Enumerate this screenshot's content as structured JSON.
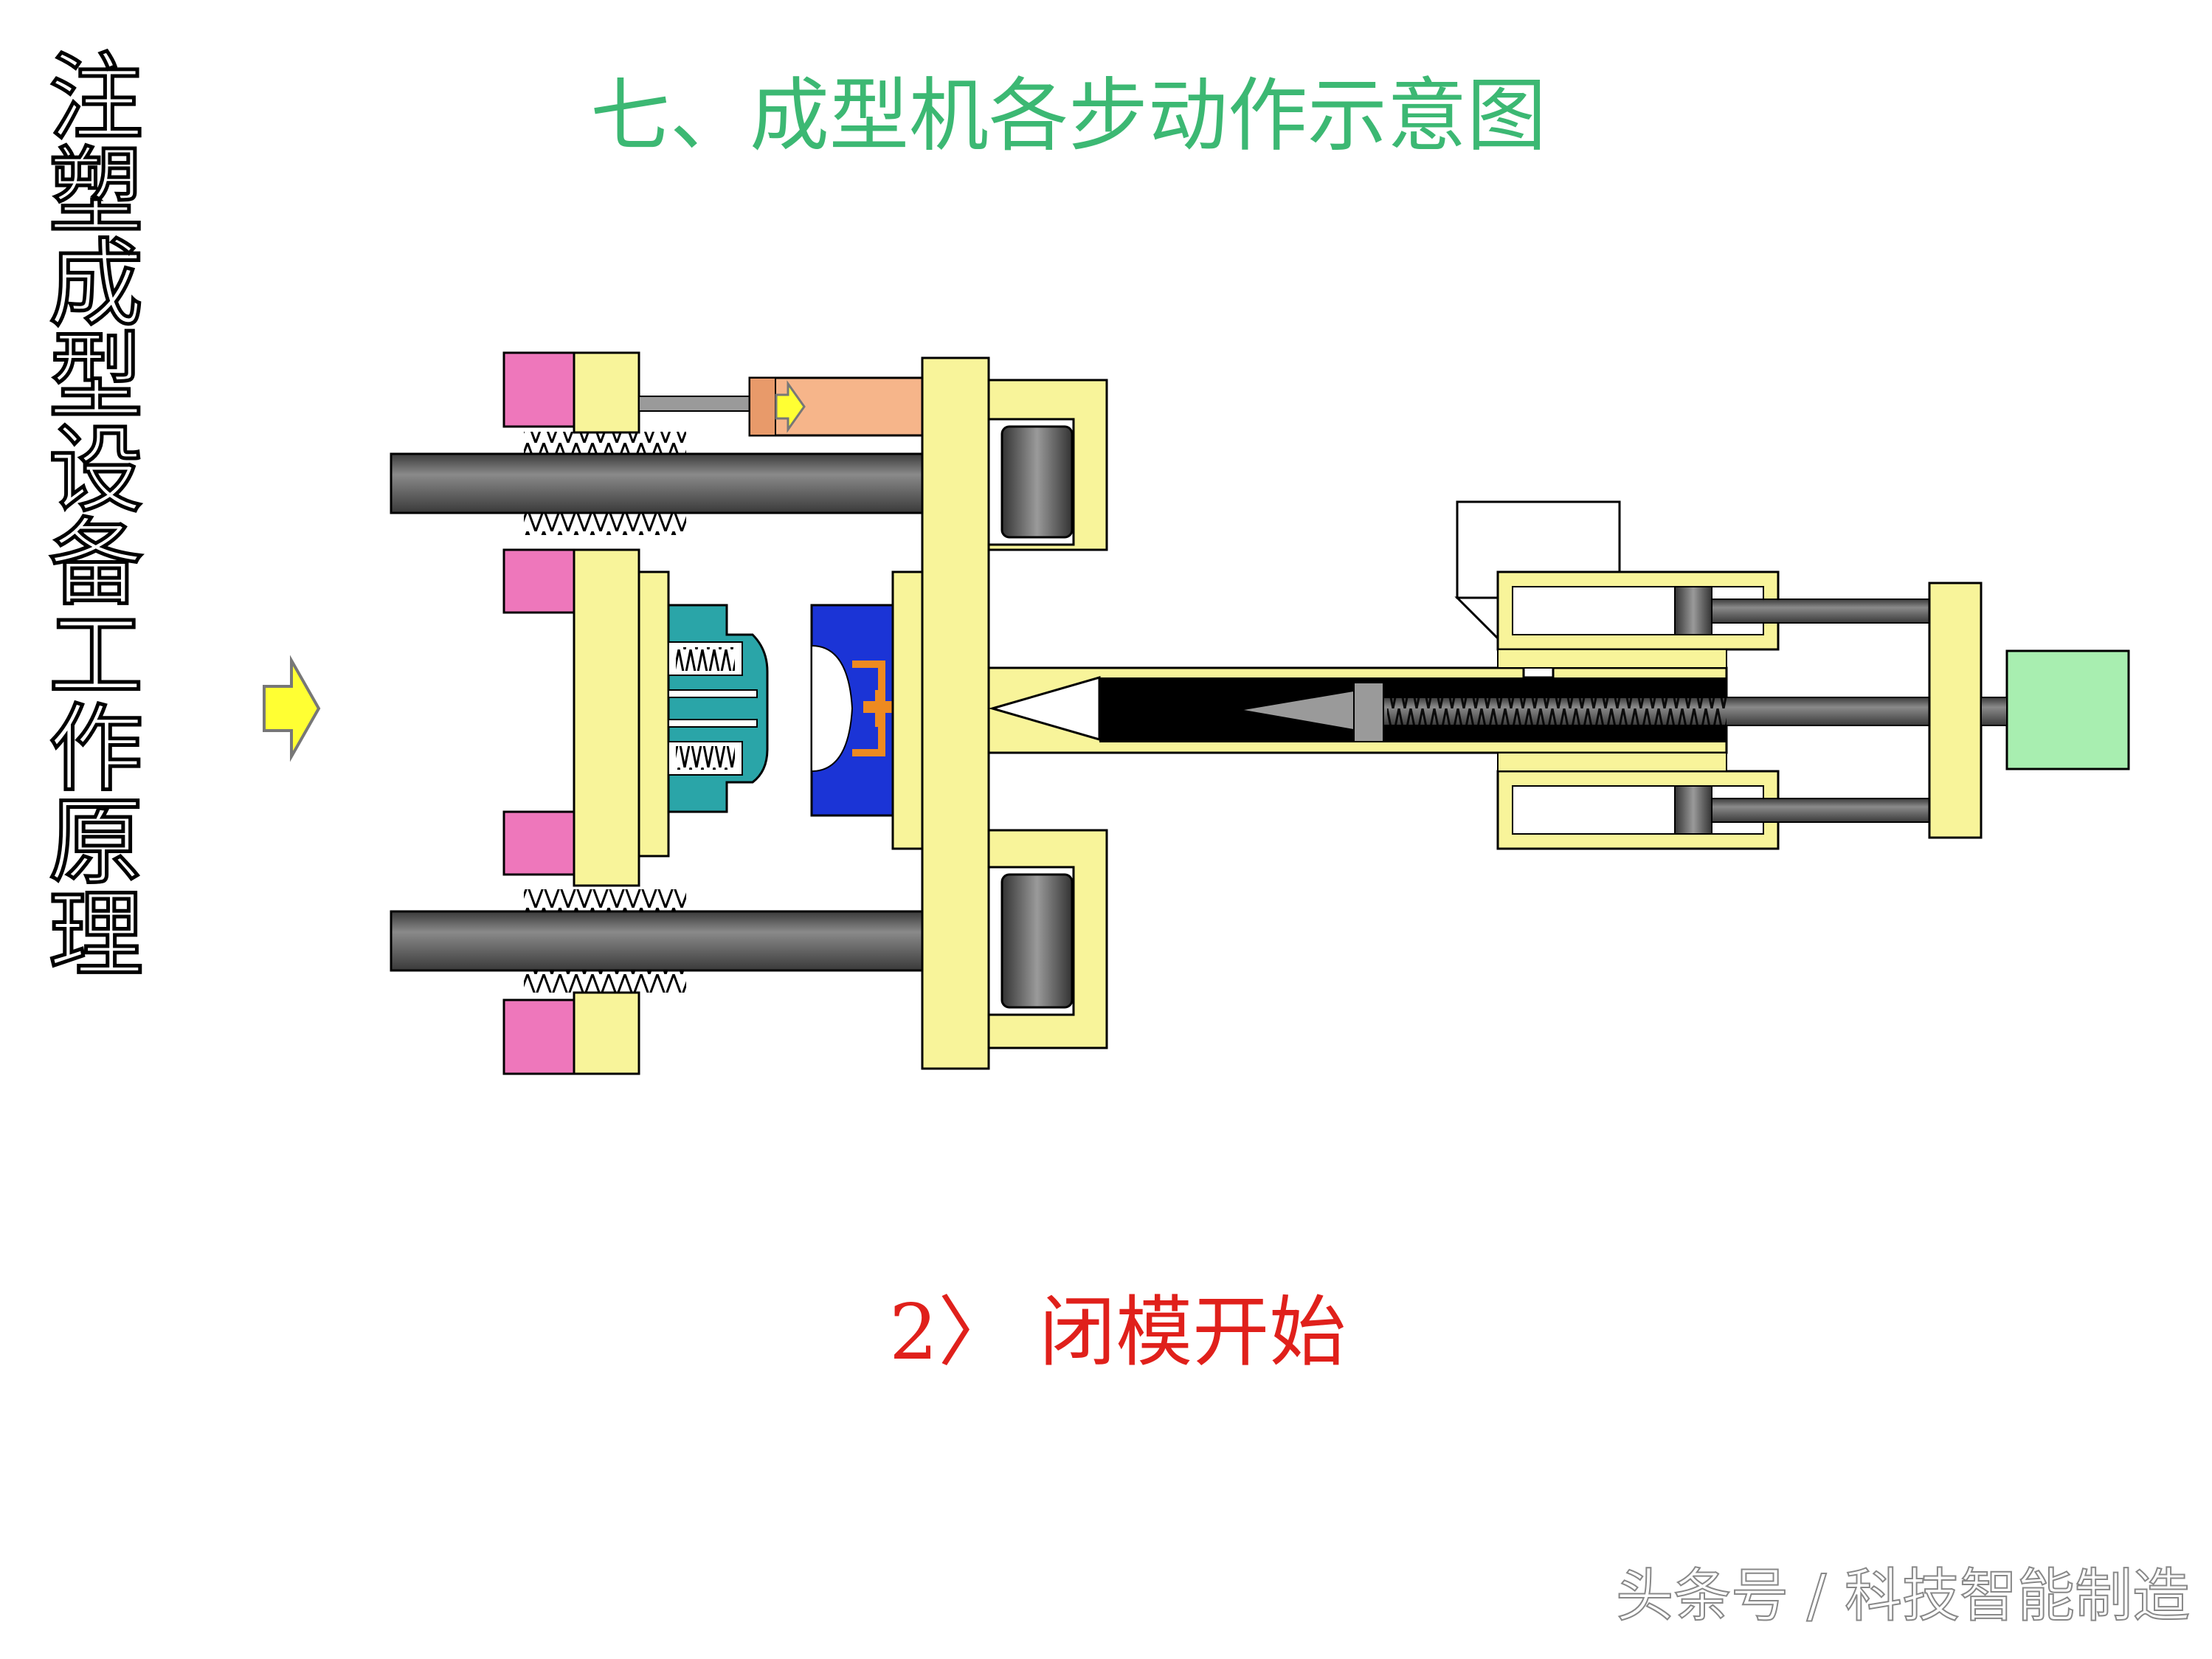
{
  "side_title": [
    "注",
    "塑",
    "成",
    "型",
    "设",
    "备",
    "工",
    "作",
    "原",
    "理"
  ],
  "page_title": "七、成型机各步动作示意图",
  "step_label": "2〉 闭模开始",
  "watermark": "头条号 / 科技智能制造",
  "colors": {
    "title": "#3cb873",
    "step_label": "#e0201b",
    "platen": "#f8f49a",
    "rod": "#555555",
    "nut": "#ee77bb",
    "mold_moving": "#2aa5a8",
    "mold_fixed": "#1b34d6",
    "cylinder": "#f6b58a",
    "motor": "#a8eeb0",
    "arrow": "#ffff33"
  },
  "icons": {
    "direction_arrow": "arrow-right-icon",
    "cylinder_arrow": "arrow-right-icon"
  }
}
